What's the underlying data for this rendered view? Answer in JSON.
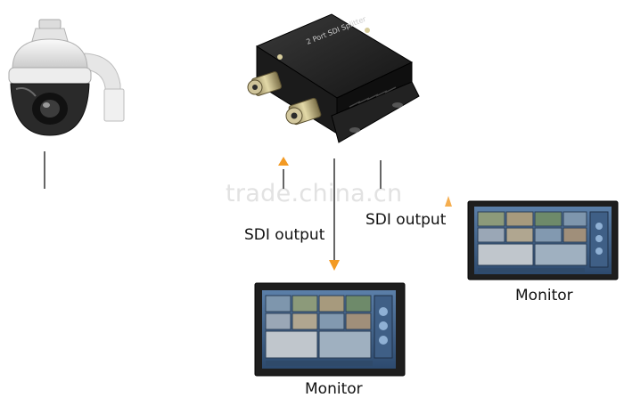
{
  "labels": {
    "sdi_output_left": "SDI output",
    "sdi_output_right": "SDI output",
    "monitor_bottom": "Monitor",
    "monitor_right": "Monitor"
  },
  "device_labels": {
    "splitter_text": "2 Port SDI Splitter"
  },
  "watermark": "trade.china.cn",
  "colors": {
    "arrow": "#f39a23",
    "line": "#333333"
  }
}
